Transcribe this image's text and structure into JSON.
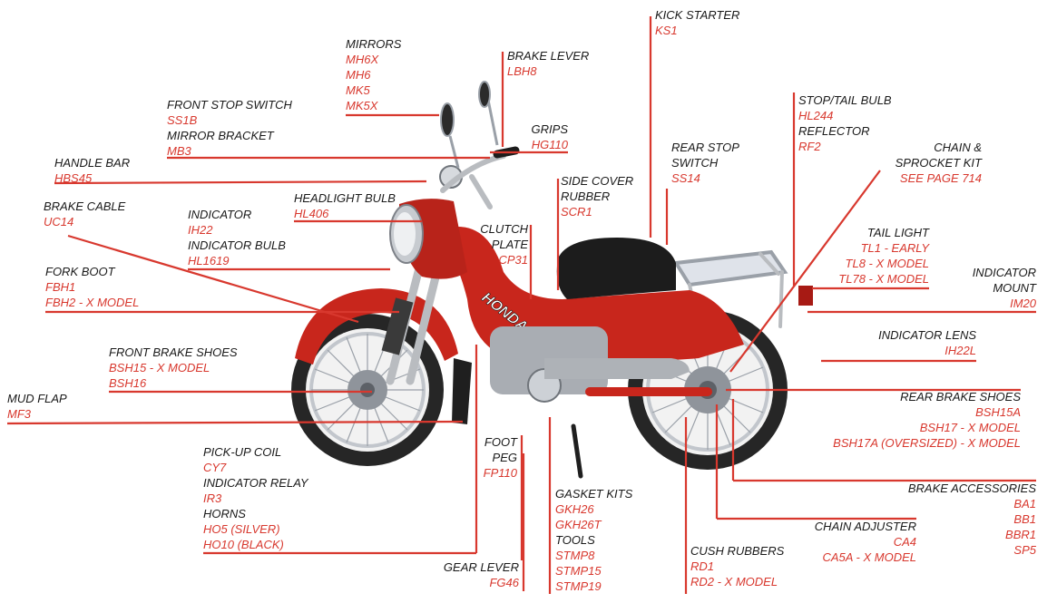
{
  "colors": {
    "leader": "#d8382e",
    "code": "#d8382e",
    "title": "#1a1a1a",
    "bike_body": "#c8261c",
    "chrome": "#b9bcc0",
    "seat": "#1c1c1c",
    "tire": "#262626"
  },
  "callouts": [
    {
      "id": "kick-starter",
      "lines": [
        {
          "text": "KICK STARTER",
          "kind": "title"
        },
        {
          "text": "KS1",
          "kind": "code"
        }
      ]
    },
    {
      "id": "mirrors",
      "lines": [
        {
          "text": "MIRRORS",
          "kind": "title"
        },
        {
          "text": "MH6X",
          "kind": "code"
        },
        {
          "text": "MH6",
          "kind": "code"
        },
        {
          "text": "MK5",
          "kind": "code"
        },
        {
          "text": "MK5X",
          "kind": "code"
        }
      ]
    },
    {
      "id": "brake-lever",
      "lines": [
        {
          "text": "BRAKE LEVER",
          "kind": "title"
        },
        {
          "text": "LBH8",
          "kind": "code"
        }
      ]
    },
    {
      "id": "front-stop-switch",
      "lines": [
        {
          "text": "FRONT STOP SWITCH",
          "kind": "title"
        },
        {
          "text": "SS1B",
          "kind": "code"
        },
        {
          "text": "MIRROR BRACKET",
          "kind": "title"
        },
        {
          "text": "MB3",
          "kind": "code"
        }
      ]
    },
    {
      "id": "grips",
      "lines": [
        {
          "text": "GRIPS",
          "kind": "title"
        },
        {
          "text": "HG110",
          "kind": "code"
        }
      ]
    },
    {
      "id": "stop-tail-bulb",
      "lines": [
        {
          "text": "STOP/TAIL BULB",
          "kind": "title"
        },
        {
          "text": "HL244",
          "kind": "code"
        },
        {
          "text": "REFLECTOR",
          "kind": "title"
        },
        {
          "text": "RF2",
          "kind": "code"
        }
      ]
    },
    {
      "id": "rear-stop-switch",
      "lines": [
        {
          "text": "REAR STOP",
          "kind": "title"
        },
        {
          "text": "SWITCH",
          "kind": "title"
        },
        {
          "text": "SS14",
          "kind": "code"
        }
      ]
    },
    {
      "id": "chain-sprocket",
      "lines": [
        {
          "text": "CHAIN &",
          "kind": "title"
        },
        {
          "text": "SPROCKET KIT",
          "kind": "title"
        },
        {
          "text": "SEE PAGE 714",
          "kind": "code"
        }
      ]
    },
    {
      "id": "handle-bar",
      "lines": [
        {
          "text": "HANDLE BAR",
          "kind": "title"
        },
        {
          "text": "HBS45",
          "kind": "code"
        }
      ]
    },
    {
      "id": "side-cover-rubber",
      "lines": [
        {
          "text": "SIDE COVER",
          "kind": "title"
        },
        {
          "text": "RUBBER",
          "kind": "title"
        },
        {
          "text": "SCR1",
          "kind": "code"
        }
      ]
    },
    {
      "id": "headlight-bulb",
      "lines": [
        {
          "text": "HEADLIGHT BULB",
          "kind": "title"
        },
        {
          "text": "HL406",
          "kind": "code"
        }
      ]
    },
    {
      "id": "brake-cable",
      "lines": [
        {
          "text": "BRAKE CABLE",
          "kind": "title"
        },
        {
          "text": "UC14",
          "kind": "code"
        }
      ]
    },
    {
      "id": "indicator",
      "lines": [
        {
          "text": "INDICATOR",
          "kind": "title"
        },
        {
          "text": "IH22",
          "kind": "code"
        },
        {
          "text": "INDICATOR BULB",
          "kind": "title"
        },
        {
          "text": "HL1619",
          "kind": "code"
        }
      ]
    },
    {
      "id": "clutch-plate",
      "lines": [
        {
          "text": "CLUTCH",
          "kind": "title"
        },
        {
          "text": "PLATE",
          "kind": "title"
        },
        {
          "text": "CP31",
          "kind": "code"
        }
      ]
    },
    {
      "id": "tail-light",
      "lines": [
        {
          "text": "TAIL LIGHT",
          "kind": "title"
        },
        {
          "text": "TL1 - EARLY",
          "kind": "code"
        },
        {
          "text": "TL8 - X MODEL",
          "kind": "code"
        },
        {
          "text": "TL78 - X MODEL",
          "kind": "code"
        }
      ]
    },
    {
      "id": "fork-boot",
      "lines": [
        {
          "text": "FORK BOOT",
          "kind": "title"
        },
        {
          "text": "FBH1",
          "kind": "code"
        },
        {
          "text": "FBH2 - X MODEL",
          "kind": "code"
        }
      ]
    },
    {
      "id": "indicator-mount",
      "lines": [
        {
          "text": "INDICATOR",
          "kind": "title"
        },
        {
          "text": "MOUNT",
          "kind": "title"
        },
        {
          "text": "IM20",
          "kind": "code"
        }
      ]
    },
    {
      "id": "indicator-lens",
      "lines": [
        {
          "text": "INDICATOR LENS",
          "kind": "title"
        },
        {
          "text": "IH22L",
          "kind": "code"
        }
      ]
    },
    {
      "id": "front-brake-shoes",
      "lines": [
        {
          "text": "FRONT BRAKE SHOES",
          "kind": "title"
        },
        {
          "text": "BSH15 - X MODEL",
          "kind": "code"
        },
        {
          "text": "BSH16",
          "kind": "code"
        }
      ]
    },
    {
      "id": "rear-brake-shoes",
      "lines": [
        {
          "text": "REAR BRAKE SHOES",
          "kind": "title"
        },
        {
          "text": "BSH15A",
          "kind": "code"
        },
        {
          "text": "BSH17 - X MODEL",
          "kind": "code"
        },
        {
          "text": "BSH17A (OVERSIZED) - X MODEL",
          "kind": "code"
        }
      ]
    },
    {
      "id": "mud-flap",
      "lines": [
        {
          "text": "MUD FLAP",
          "kind": "title"
        },
        {
          "text": "MF3",
          "kind": "code"
        }
      ]
    },
    {
      "id": "foot-peg",
      "lines": [
        {
          "text": "FOOT",
          "kind": "title"
        },
        {
          "text": "PEG",
          "kind": "title"
        },
        {
          "text": "FP110",
          "kind": "code"
        }
      ]
    },
    {
      "id": "pick-up-coil",
      "lines": [
        {
          "text": "PICK-UP COIL",
          "kind": "title"
        },
        {
          "text": "CY7",
          "kind": "code"
        },
        {
          "text": "INDICATOR RELAY",
          "kind": "title"
        },
        {
          "text": "IR3",
          "kind": "code"
        },
        {
          "text": "HORNS",
          "kind": "title"
        },
        {
          "text": "HO5 (SILVER)",
          "kind": "code"
        },
        {
          "text": "HO10 (BLACK)",
          "kind": "code"
        }
      ]
    },
    {
      "id": "gasket-kits",
      "lines": [
        {
          "text": "GASKET KITS",
          "kind": "title"
        },
        {
          "text": "GKH26",
          "kind": "code"
        },
        {
          "text": "GKH26T",
          "kind": "code"
        },
        {
          "text": "TOOLS",
          "kind": "title"
        },
        {
          "text": "STMP8",
          "kind": "code"
        },
        {
          "text": "STMP15",
          "kind": "code"
        },
        {
          "text": "STMP19",
          "kind": "code"
        }
      ]
    },
    {
      "id": "brake-accessories",
      "lines": [
        {
          "text": "BRAKE ACCESSORIES",
          "kind": "title"
        },
        {
          "text": "BA1",
          "kind": "code"
        },
        {
          "text": "BB1",
          "kind": "code"
        },
        {
          "text": "BBR1",
          "kind": "code"
        },
        {
          "text": "SP5",
          "kind": "code"
        }
      ]
    },
    {
      "id": "chain-adjuster",
      "lines": [
        {
          "text": "CHAIN ADJUSTER",
          "kind": "title"
        },
        {
          "text": "CA4",
          "kind": "code"
        },
        {
          "text": "CA5A - X MODEL",
          "kind": "code"
        }
      ]
    },
    {
      "id": "cush-rubbers",
      "lines": [
        {
          "text": "CUSH RUBBERS",
          "kind": "title"
        },
        {
          "text": "RD1",
          "kind": "code"
        },
        {
          "text": "RD2 - X MODEL",
          "kind": "code"
        }
      ]
    },
    {
      "id": "gear-lever",
      "lines": [
        {
          "text": "GEAR LEVER",
          "kind": "title"
        },
        {
          "text": "FG46",
          "kind": "code"
        }
      ]
    }
  ],
  "bike": {
    "brand_text": "HONDA"
  }
}
